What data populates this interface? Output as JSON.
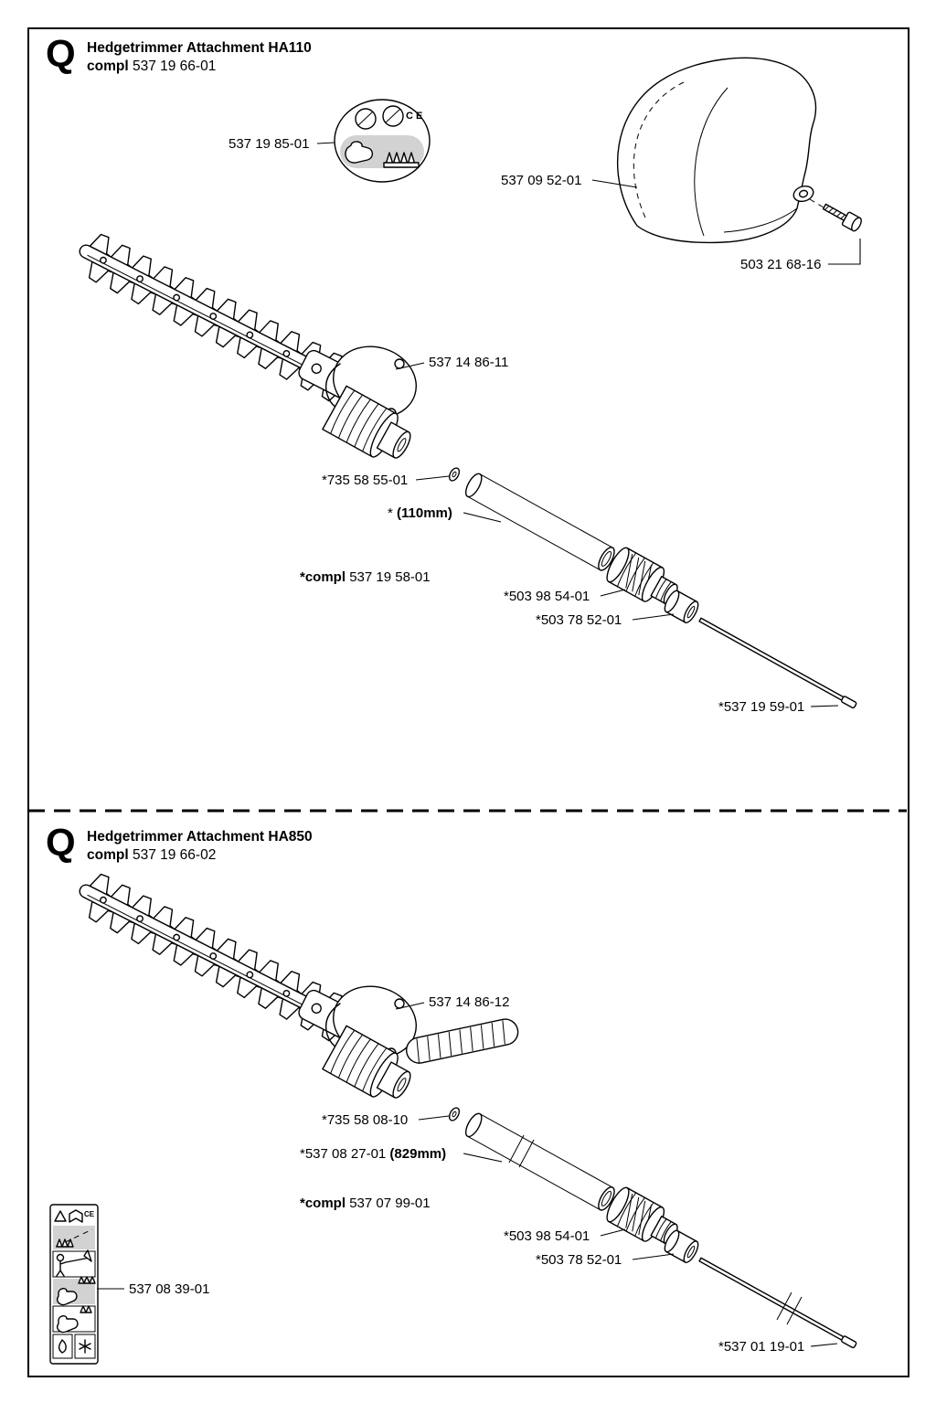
{
  "s1": {
    "section_letter": "Q",
    "title": "Hedgetrimmer Attachment HA110",
    "compl_word": "compl",
    "compl_number": "537 19 66-01",
    "decal_ce": "C E",
    "labels": {
      "warning_decal": "537 19 85-01",
      "guard": "537 09 52-01",
      "guard_screw": "503 21 68-16",
      "gearbox": "537 14 86-11",
      "washer": "*735 58 55-01",
      "tube_star": "*",
      "tube_length": "(110mm)",
      "assembly_compl": "*compl",
      "assembly_number": "537 19 58-01",
      "coupling": "*503 98 54-01",
      "support_bushing": "*503 78 52-01",
      "drive_shaft": "*537 19 59-01"
    }
  },
  "s2": {
    "section_letter": "Q",
    "title": "Hedgetrimmer Attachment HA850",
    "compl_word": "compl",
    "compl_number": "537 19 66-02",
    "strip_ce": "CE",
    "labels": {
      "gearbox": "537 14 86-12",
      "washer": "*735 58 08-10",
      "tube_number": "*537 08 27-01",
      "tube_length": "(829mm)",
      "assembly_compl": "*compl",
      "assembly_number": "537 07 99-01",
      "coupling": "*503 98 54-01",
      "support_bushing": "*503 78 52-01",
      "decal_set": "537 08 39-01",
      "drive_shaft": "*537 01 19-01"
    }
  }
}
